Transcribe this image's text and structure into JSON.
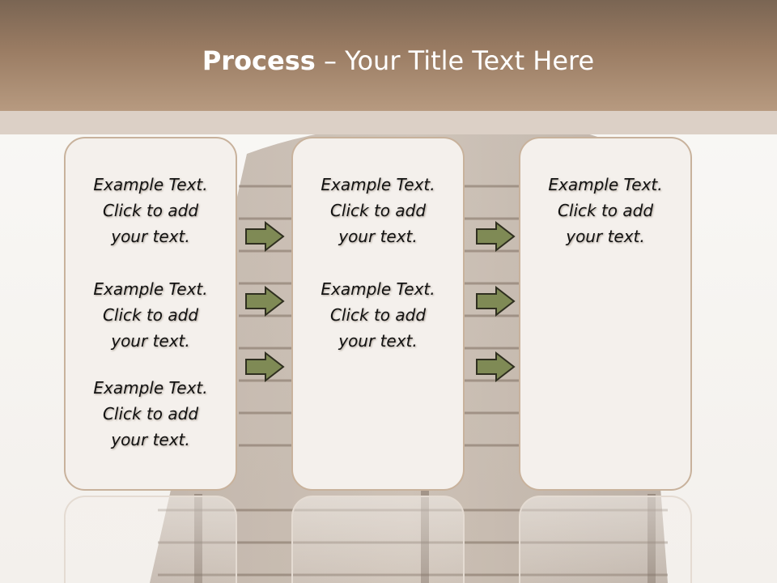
{
  "title": {
    "strong": "Process",
    "rest": " – Your Title Text Here"
  },
  "arrow_color": "#7f8a55",
  "columns": [
    {
      "blocks": [
        {
          "line1": "Example Text.",
          "line2": "Click  to add",
          "line3": "your text."
        },
        {
          "line1": "Example Text.",
          "line2": "Click  to add",
          "line3": "your text."
        },
        {
          "line1": "Example Text.",
          "line2": "Click  to add",
          "line3": "your text."
        }
      ]
    },
    {
      "blocks": [
        {
          "line1": "Example Text.",
          "line2": "Click  to add",
          "line3": "your text."
        },
        {
          "line1": "Example Text.",
          "line2": "Click  to add",
          "line3": "your text."
        }
      ]
    },
    {
      "blocks": [
        {
          "line1": "Example Text.",
          "line2": "Click  to add",
          "line3": "your text."
        }
      ]
    }
  ]
}
